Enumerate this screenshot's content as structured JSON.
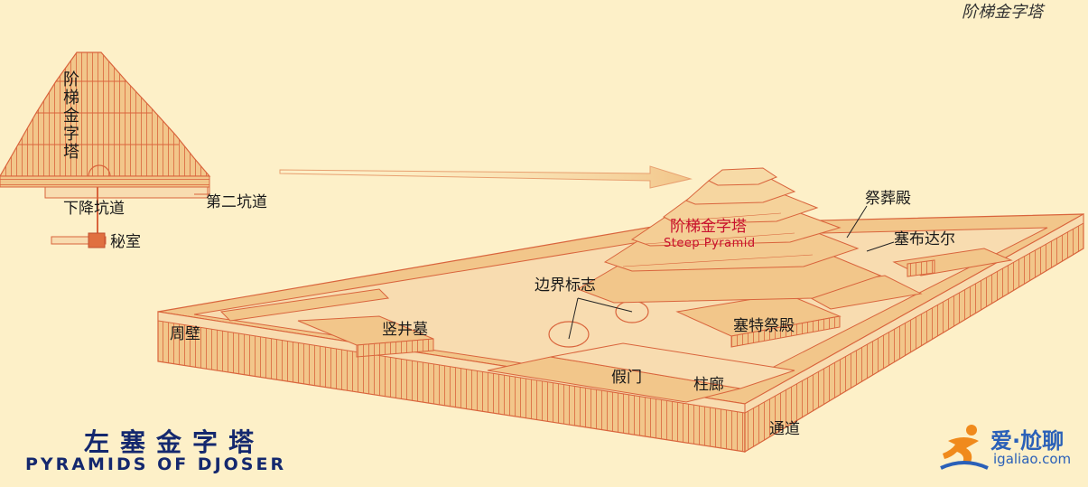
{
  "diagram": {
    "corner_title": "阶梯金字塔",
    "inset": {
      "pyramid_label": "阶梯金字塔",
      "descending_passage": "下降坑道",
      "second_passage": "第二坑道",
      "secret_chamber": "秘室"
    },
    "complex": {
      "step_pyramid_cn": "阶梯金字塔",
      "step_pyramid_en": "Steep Pyramid",
      "mortuary_temple": "祭葬殿",
      "serdab": "塞布达尔",
      "boundary_markers": "边界标志",
      "enclosure_wall": "周壁",
      "shaft_tomb": "竖井墓",
      "heb_sed_court": "塞特祭殿",
      "false_door": "假门",
      "colonnade": "柱廊",
      "passage": "通道"
    },
    "title_cn": "左塞金字塔",
    "title_en": "PYRAMIDS OF DJOSER"
  },
  "watermark": {
    "cn": "爱·尬聊",
    "url": "igaliao.com"
  },
  "colors": {
    "background": "#fdf0c8",
    "structure_fill": "#f2c68a",
    "structure_light": "#f8dcb0",
    "line": "#d9643c",
    "red_label": "#c8102e",
    "title_blue": "#14286e",
    "logo_blue": "#2a60b8",
    "logo_orange": "#f08a1c"
  }
}
